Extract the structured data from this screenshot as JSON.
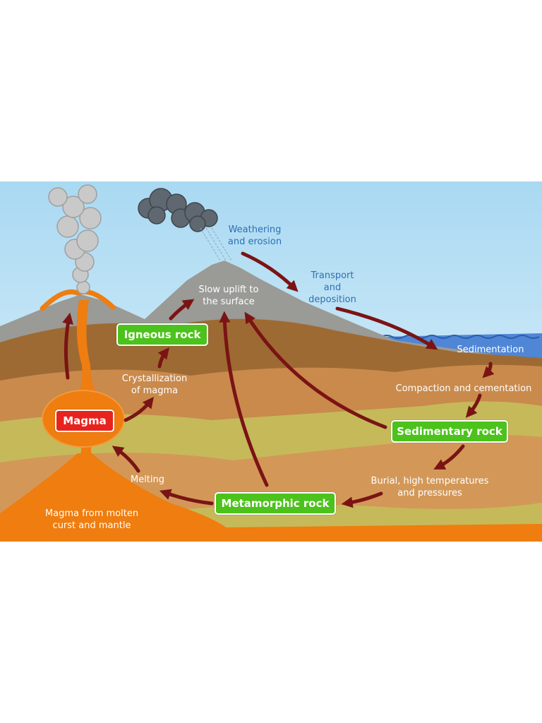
{
  "boxes": {
    "igneous": "Igneous rock",
    "magma": "Magma",
    "sedimentary": "Sedimentary rock",
    "metamorphic": "Metamorphic rock"
  },
  "labels": {
    "weathering": "Weathering\nand erosion",
    "transport": "Transport\nand\ndeposition",
    "uplift": "Slow uplift to\nthe surface",
    "sedimentation": "Sedimentation",
    "compaction": "Compaction and cementation",
    "crystallization": "Crystallization\nof magma",
    "melting": "Melting",
    "burial": "Burial, high temperatures\nand pressures",
    "magma_source": "Magma from molten\ncurst and mantle"
  },
  "colors": {
    "sky": "#bfe3f5",
    "mountain": "#9a9a96",
    "layer_dark_brown": "#9e6a33",
    "layer_brown": "#c98a4c",
    "layer_olive": "#c6b95a",
    "layer_tan": "#d39858",
    "magma_orange": "#ef7d0f",
    "sea": "#4f86d6",
    "arrow": "#7a1414",
    "box_green": "#4cc21c",
    "box_red": "#e8231e"
  }
}
